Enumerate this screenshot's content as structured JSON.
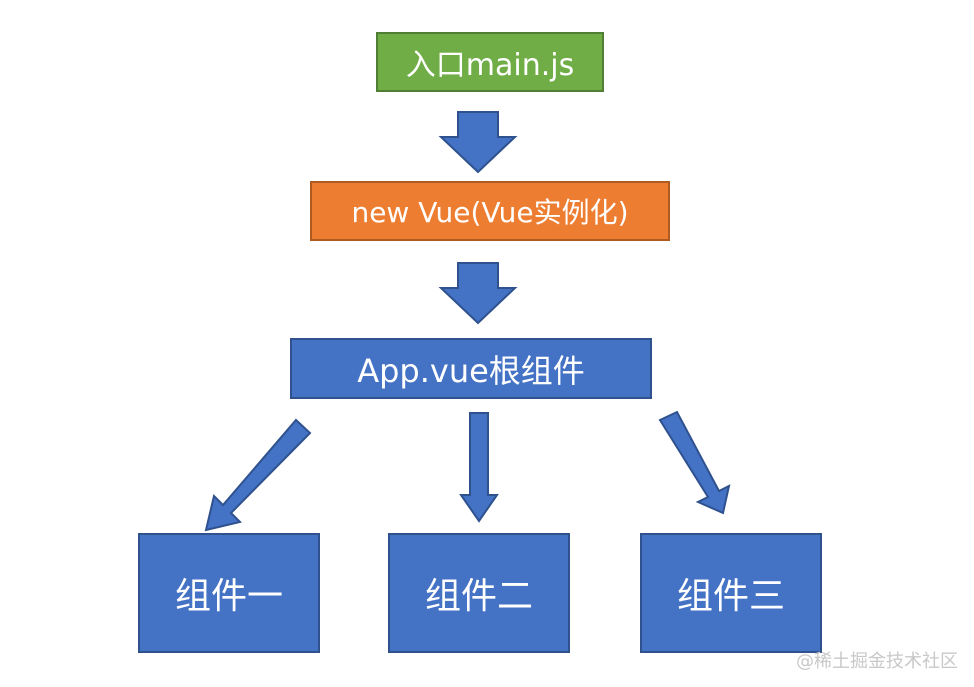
{
  "nodes": {
    "entry": "入口main.js",
    "vue_instance": "new Vue(Vue实例化)",
    "root_component": "App.vue根组件",
    "component_1": "组件一",
    "component_2": "组件二",
    "component_3": "组件三"
  },
  "watermark": "@稀土掘金技术社区",
  "colors": {
    "entry_fill": "#70ad47",
    "vue_fill": "#ed7d31",
    "component_fill": "#4472c4",
    "arrow_fill": "#4472c4"
  }
}
